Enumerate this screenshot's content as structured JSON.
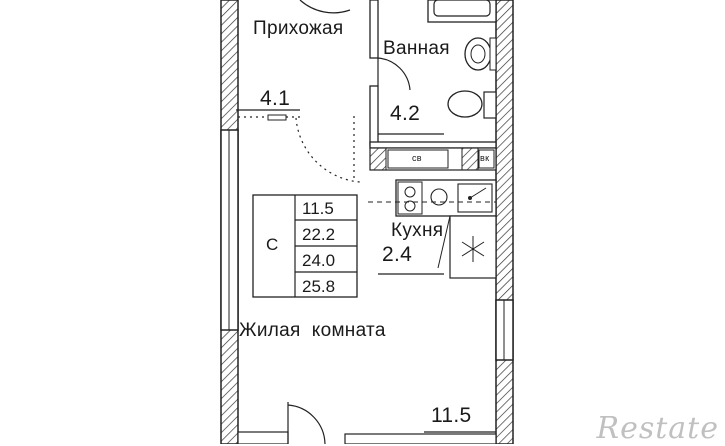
{
  "rooms": {
    "hallway": "Прихожая",
    "bathroom": "Ванная",
    "kitchen": "Кухня",
    "living_room": "Жилая  комната"
  },
  "zone_labels": {
    "hallway_area": "4.1",
    "bathroom_area": "4.2",
    "kitchen_area": "2.4",
    "living_area": "11.5"
  },
  "appliances": {
    "washer": "св",
    "water_heater": "вк"
  },
  "legend": {
    "letter": "С",
    "values": [
      "11.5",
      "22.2",
      "24.0",
      "25.8"
    ]
  },
  "watermark": "Restate"
}
